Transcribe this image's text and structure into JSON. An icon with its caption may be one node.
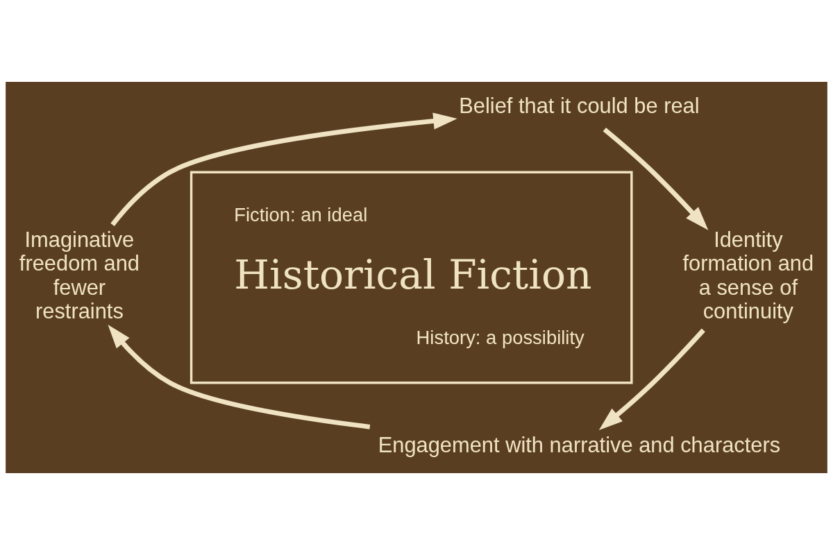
{
  "diagram": {
    "nodes": [
      {
        "text": [
          "Fiction: an ideal",
          "Historical Fiction",
          "History: a possibility"
        ]
      },
      {
        "text": [
          "Belief that it could be real"
        ]
      },
      {
        "text": [
          "Identity formation and a sense of continuity"
        ]
      },
      {
        "text": [
          "Engagement with narrative and characters"
        ]
      },
      {
        "text": [
          "Imaginative freedom and fewer restraints"
        ]
      }
    ],
    "edges": [
      {
        "from": 1,
        "to": 2,
        "arrow": "to"
      },
      {
        "from": 2,
        "to": 3,
        "arrow": "to"
      },
      {
        "from": 3,
        "to": 4,
        "arrow": "to"
      },
      {
        "from": 4,
        "to": 1,
        "arrow": "to"
      }
    ]
  }
}
